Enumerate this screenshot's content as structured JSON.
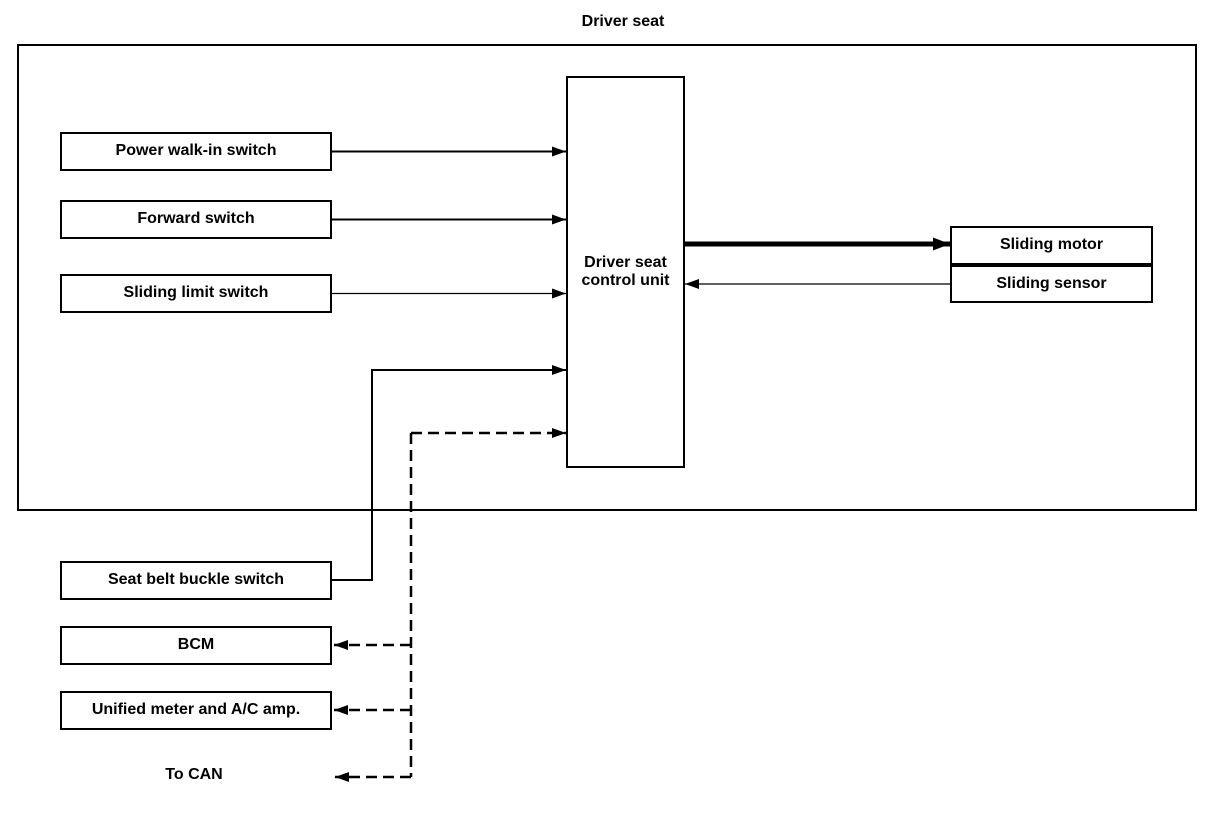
{
  "title": "Driver seat",
  "nodes": {
    "power_walk_in": {
      "label": "Power walk-in switch"
    },
    "forward": {
      "label": "Forward switch"
    },
    "sliding_limit": {
      "label": "Sliding limit switch"
    },
    "control_unit": {
      "line1": "Driver seat",
      "line2": "control unit"
    },
    "sliding_motor": {
      "label": "Sliding motor"
    },
    "sliding_sensor": {
      "label": "Sliding sensor"
    },
    "seat_belt_buckle": {
      "label": "Seat belt buckle switch"
    },
    "bcm": {
      "label": "BCM"
    },
    "unified_meter": {
      "label": "Unified meter and A/C amp."
    },
    "to_can": {
      "label": "To CAN"
    }
  },
  "colors": {
    "line": "#000000",
    "background": "#ffffff",
    "box_border": "#000000",
    "text": "#000000"
  },
  "edges": [
    {
      "from": "Power walk-in switch",
      "to": "Driver seat control unit",
      "style": "solid-arrow"
    },
    {
      "from": "Forward switch",
      "to": "Driver seat control unit",
      "style": "solid-arrow"
    },
    {
      "from": "Sliding limit switch",
      "to": "Driver seat control unit",
      "style": "thin-solid-arrow"
    },
    {
      "from": "Seat belt buckle switch",
      "to": "Driver seat control unit",
      "style": "solid-arrow"
    },
    {
      "from": "Driver seat control unit",
      "to": "Sliding motor",
      "style": "thick-solid-arrow"
    },
    {
      "from": "Sliding sensor",
      "to": "Driver seat control unit",
      "style": "thin-solid-arrow"
    },
    {
      "from": "CAN bus",
      "to": "Driver seat control unit",
      "style": "dashed-arrow"
    },
    {
      "from": "CAN bus",
      "to": "BCM",
      "style": "dashed-arrow"
    },
    {
      "from": "CAN bus",
      "to": "Unified meter and A/C amp.",
      "style": "dashed-arrow"
    },
    {
      "from": "CAN bus",
      "to": "To CAN",
      "style": "dashed-arrow"
    }
  ]
}
